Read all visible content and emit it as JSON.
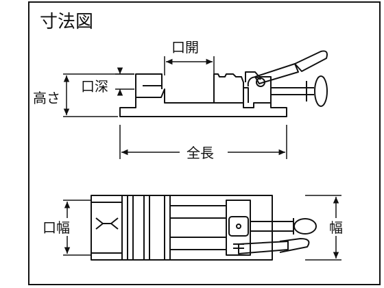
{
  "diagram": {
    "title": "寸法図",
    "labels": {
      "jaw_opening": "口開",
      "jaw_depth": "口深",
      "height": "高さ",
      "overall_length": "全長",
      "jaw_width": "口幅",
      "width": "幅"
    }
  }
}
